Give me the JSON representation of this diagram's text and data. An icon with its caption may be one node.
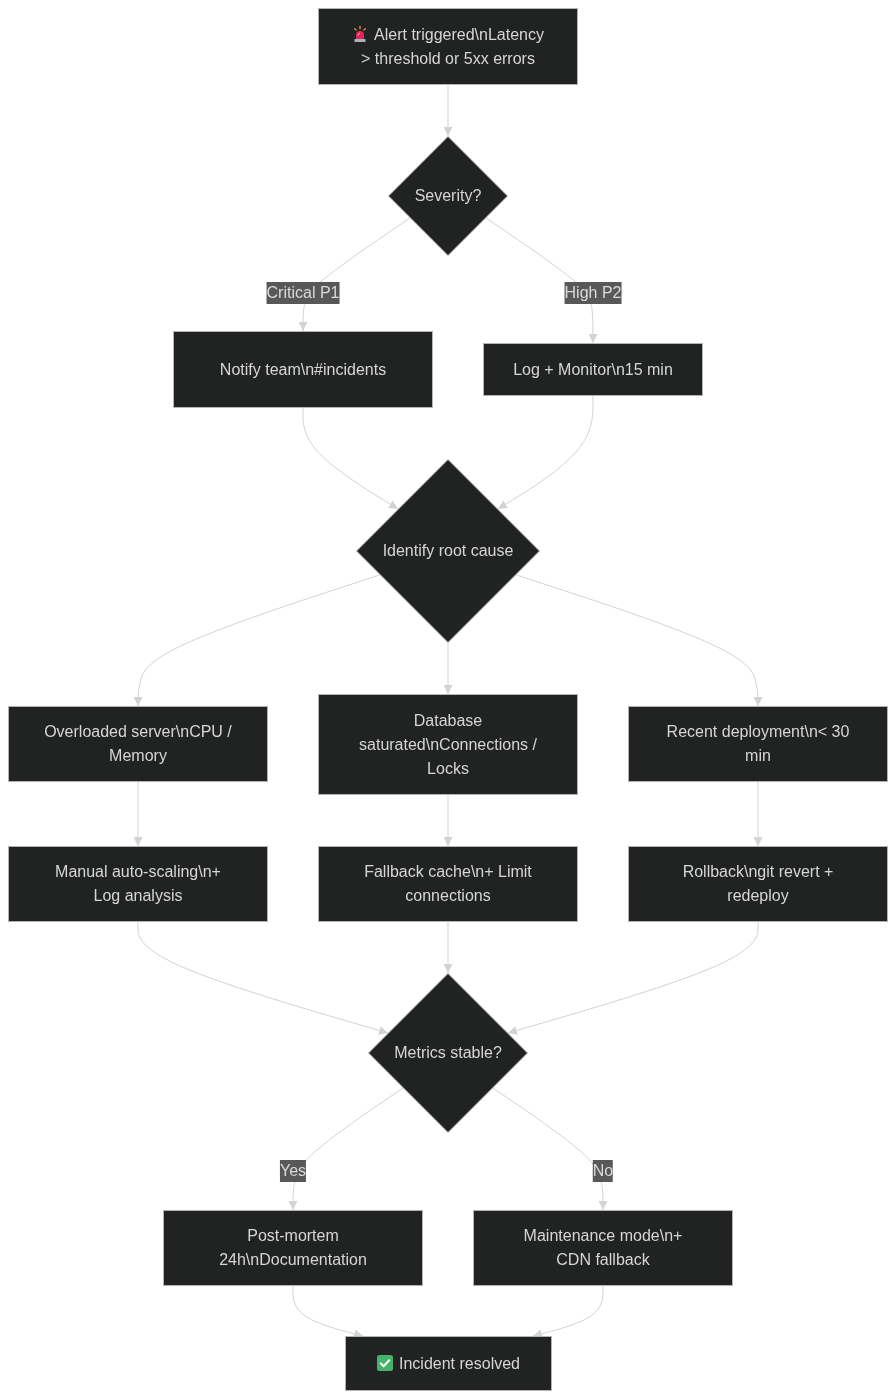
{
  "diagram": {
    "nodes": [
      {
        "text": [
          "Alert triggered\\nLatency > threshold or 5xx errors"
        ]
      },
      {
        "text": [
          "Severity?"
        ]
      },
      {
        "text": [
          "Notify team\\n#incidents"
        ]
      },
      {
        "text": [
          "Log + Monitor\\n15 min"
        ]
      },
      {
        "text": [
          "Identify root cause"
        ]
      },
      {
        "text": [
          "Overloaded server\\nCPU / Memory"
        ]
      },
      {
        "text": [
          "Database saturated\\nConnections / Locks"
        ]
      },
      {
        "text": [
          "Recent deployment\\n< 30 min"
        ]
      },
      {
        "text": [
          "Manual auto-scaling\\n+ Log analysis"
        ]
      },
      {
        "text": [
          "Fallback cache\\n+ Limit connections"
        ]
      },
      {
        "text": [
          "Rollback\\ngit revert + redeploy"
        ]
      },
      {
        "text": [
          "Metrics stable?"
        ]
      },
      {
        "text": [
          "Post-mortem 24h\\nDocumentation"
        ]
      },
      {
        "text": [
          "Maintenance mode\\n+ CDN fallback"
        ]
      },
      {
        "text": [
          "Incident resolved"
        ]
      }
    ],
    "edges": [
      {
        "from": 0,
        "to": 1,
        "arrow": "to"
      },
      {
        "from": 1,
        "to": 2,
        "arrow": "to",
        "label": "Critical P1"
      },
      {
        "from": 1,
        "to": 3,
        "arrow": "to",
        "label": "High P2"
      },
      {
        "from": 2,
        "to": 4,
        "arrow": "to"
      },
      {
        "from": 3,
        "to": 4,
        "arrow": "to"
      },
      {
        "from": 4,
        "to": 5,
        "arrow": "to"
      },
      {
        "from": 4,
        "to": 6,
        "arrow": "to"
      },
      {
        "from": 4,
        "to": 7,
        "arrow": "to"
      },
      {
        "from": 5,
        "to": 8,
        "arrow": "to"
      },
      {
        "from": 6,
        "to": 9,
        "arrow": "to"
      },
      {
        "from": 7,
        "to": 10,
        "arrow": "to"
      },
      {
        "from": 8,
        "to": 11,
        "arrow": "to"
      },
      {
        "from": 9,
        "to": 11,
        "arrow": "to"
      },
      {
        "from": 10,
        "to": 11,
        "arrow": "to"
      },
      {
        "from": 11,
        "to": 12,
        "arrow": "to",
        "label": "Yes"
      },
      {
        "from": 11,
        "to": 13,
        "arrow": "to",
        "label": "No"
      },
      {
        "from": 12,
        "to": 14,
        "arrow": "to"
      },
      {
        "from": 13,
        "to": 14,
        "arrow": "to"
      }
    ]
  }
}
